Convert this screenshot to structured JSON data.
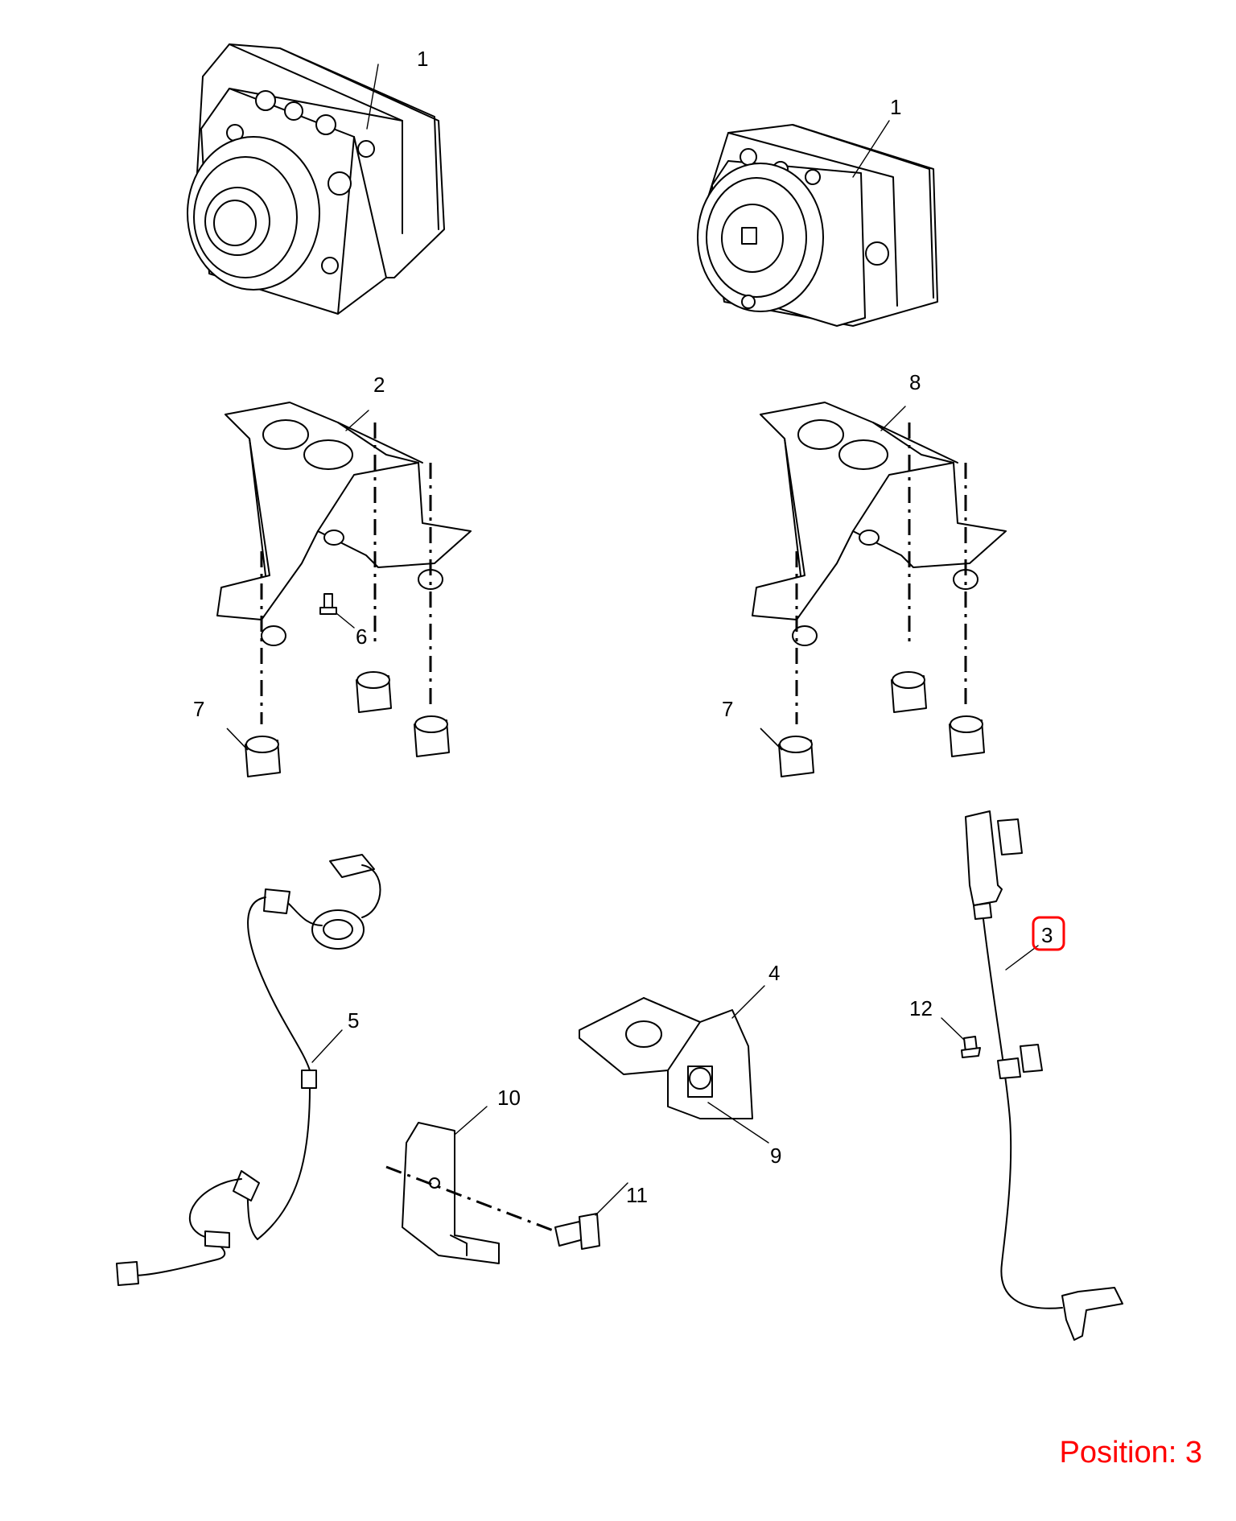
{
  "callouts": [
    {
      "id": "abs-module-left",
      "number": "1"
    },
    {
      "id": "abs-module-right",
      "number": "1"
    },
    {
      "id": "bracket-left",
      "number": "2"
    },
    {
      "id": "bracket-right",
      "number": "8"
    },
    {
      "id": "stud",
      "number": "6"
    },
    {
      "id": "insulator-left",
      "number": "7"
    },
    {
      "id": "insulator-right",
      "number": "7"
    },
    {
      "id": "harness-left",
      "number": "5"
    },
    {
      "id": "mount-bracket",
      "number": "4"
    },
    {
      "id": "mount-bolt",
      "number": "9"
    },
    {
      "id": "bracket-small",
      "number": "10"
    },
    {
      "id": "bolt",
      "number": "11"
    },
    {
      "id": "push-pin",
      "number": "12"
    },
    {
      "id": "wheel-speed-sensor-harness",
      "number": "3",
      "highlighted": true,
      "highlight_color": "#ff0000"
    }
  ],
  "position": {
    "label": "Position:",
    "value": "3",
    "color": "#ff0000"
  }
}
